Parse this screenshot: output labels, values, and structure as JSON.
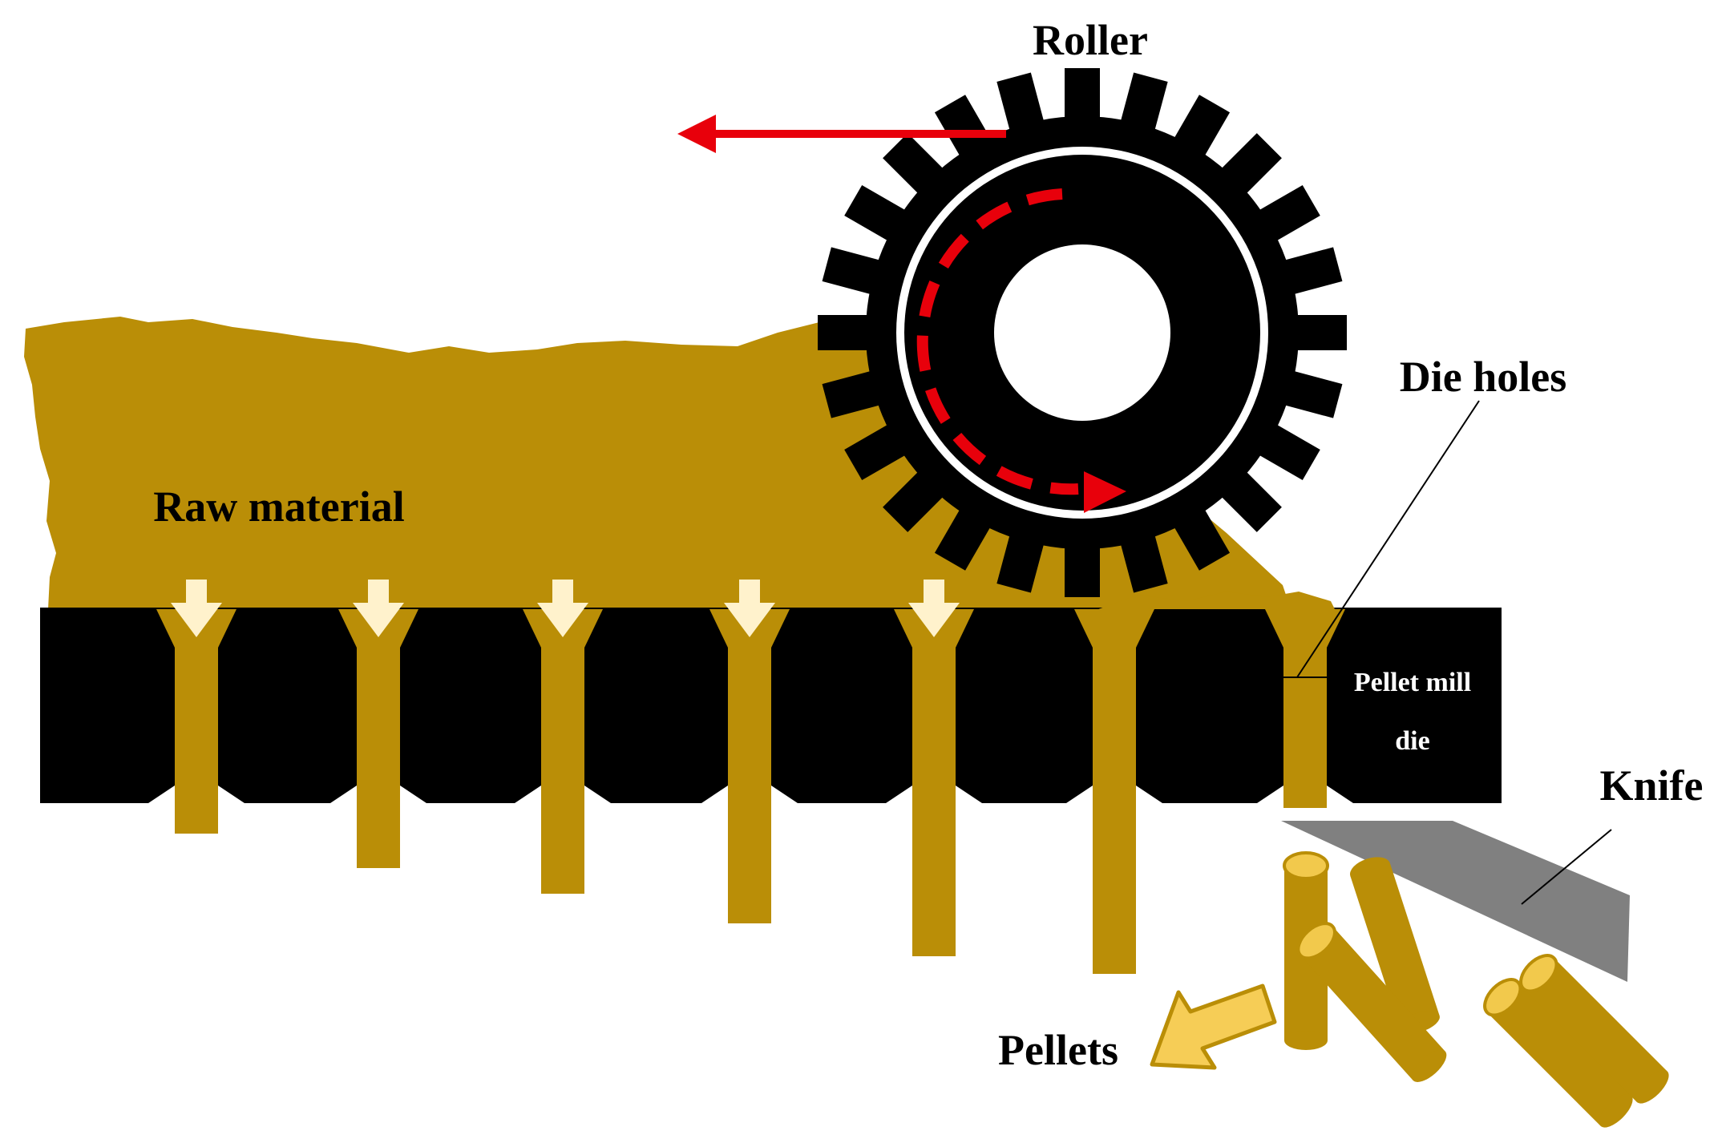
{
  "labels": {
    "roller": "Roller",
    "die_holes": "Die holes",
    "raw_material": "Raw material",
    "pellet_mill_die_line1": "Pellet mill",
    "pellet_mill_die_line2": "die",
    "knife": "Knife",
    "pellets": "Pellets"
  },
  "colors": {
    "material": "#BA8E07",
    "material_light": "#F2C94C",
    "die": "#000000",
    "roller": "#000000",
    "motion_arrow": "#E8000B",
    "feed_arrow": "#FFF2CC",
    "knife": "#808080",
    "pellets_arrow": "#F6CD56",
    "background": "#FFFFFF"
  },
  "icons": {
    "roller": "gear-roller-icon",
    "rotation": "dashed-rotation-arrow-icon",
    "travel": "left-arrow-icon",
    "feed": "down-arrow-icon",
    "output": "down-left-arrow-icon"
  }
}
